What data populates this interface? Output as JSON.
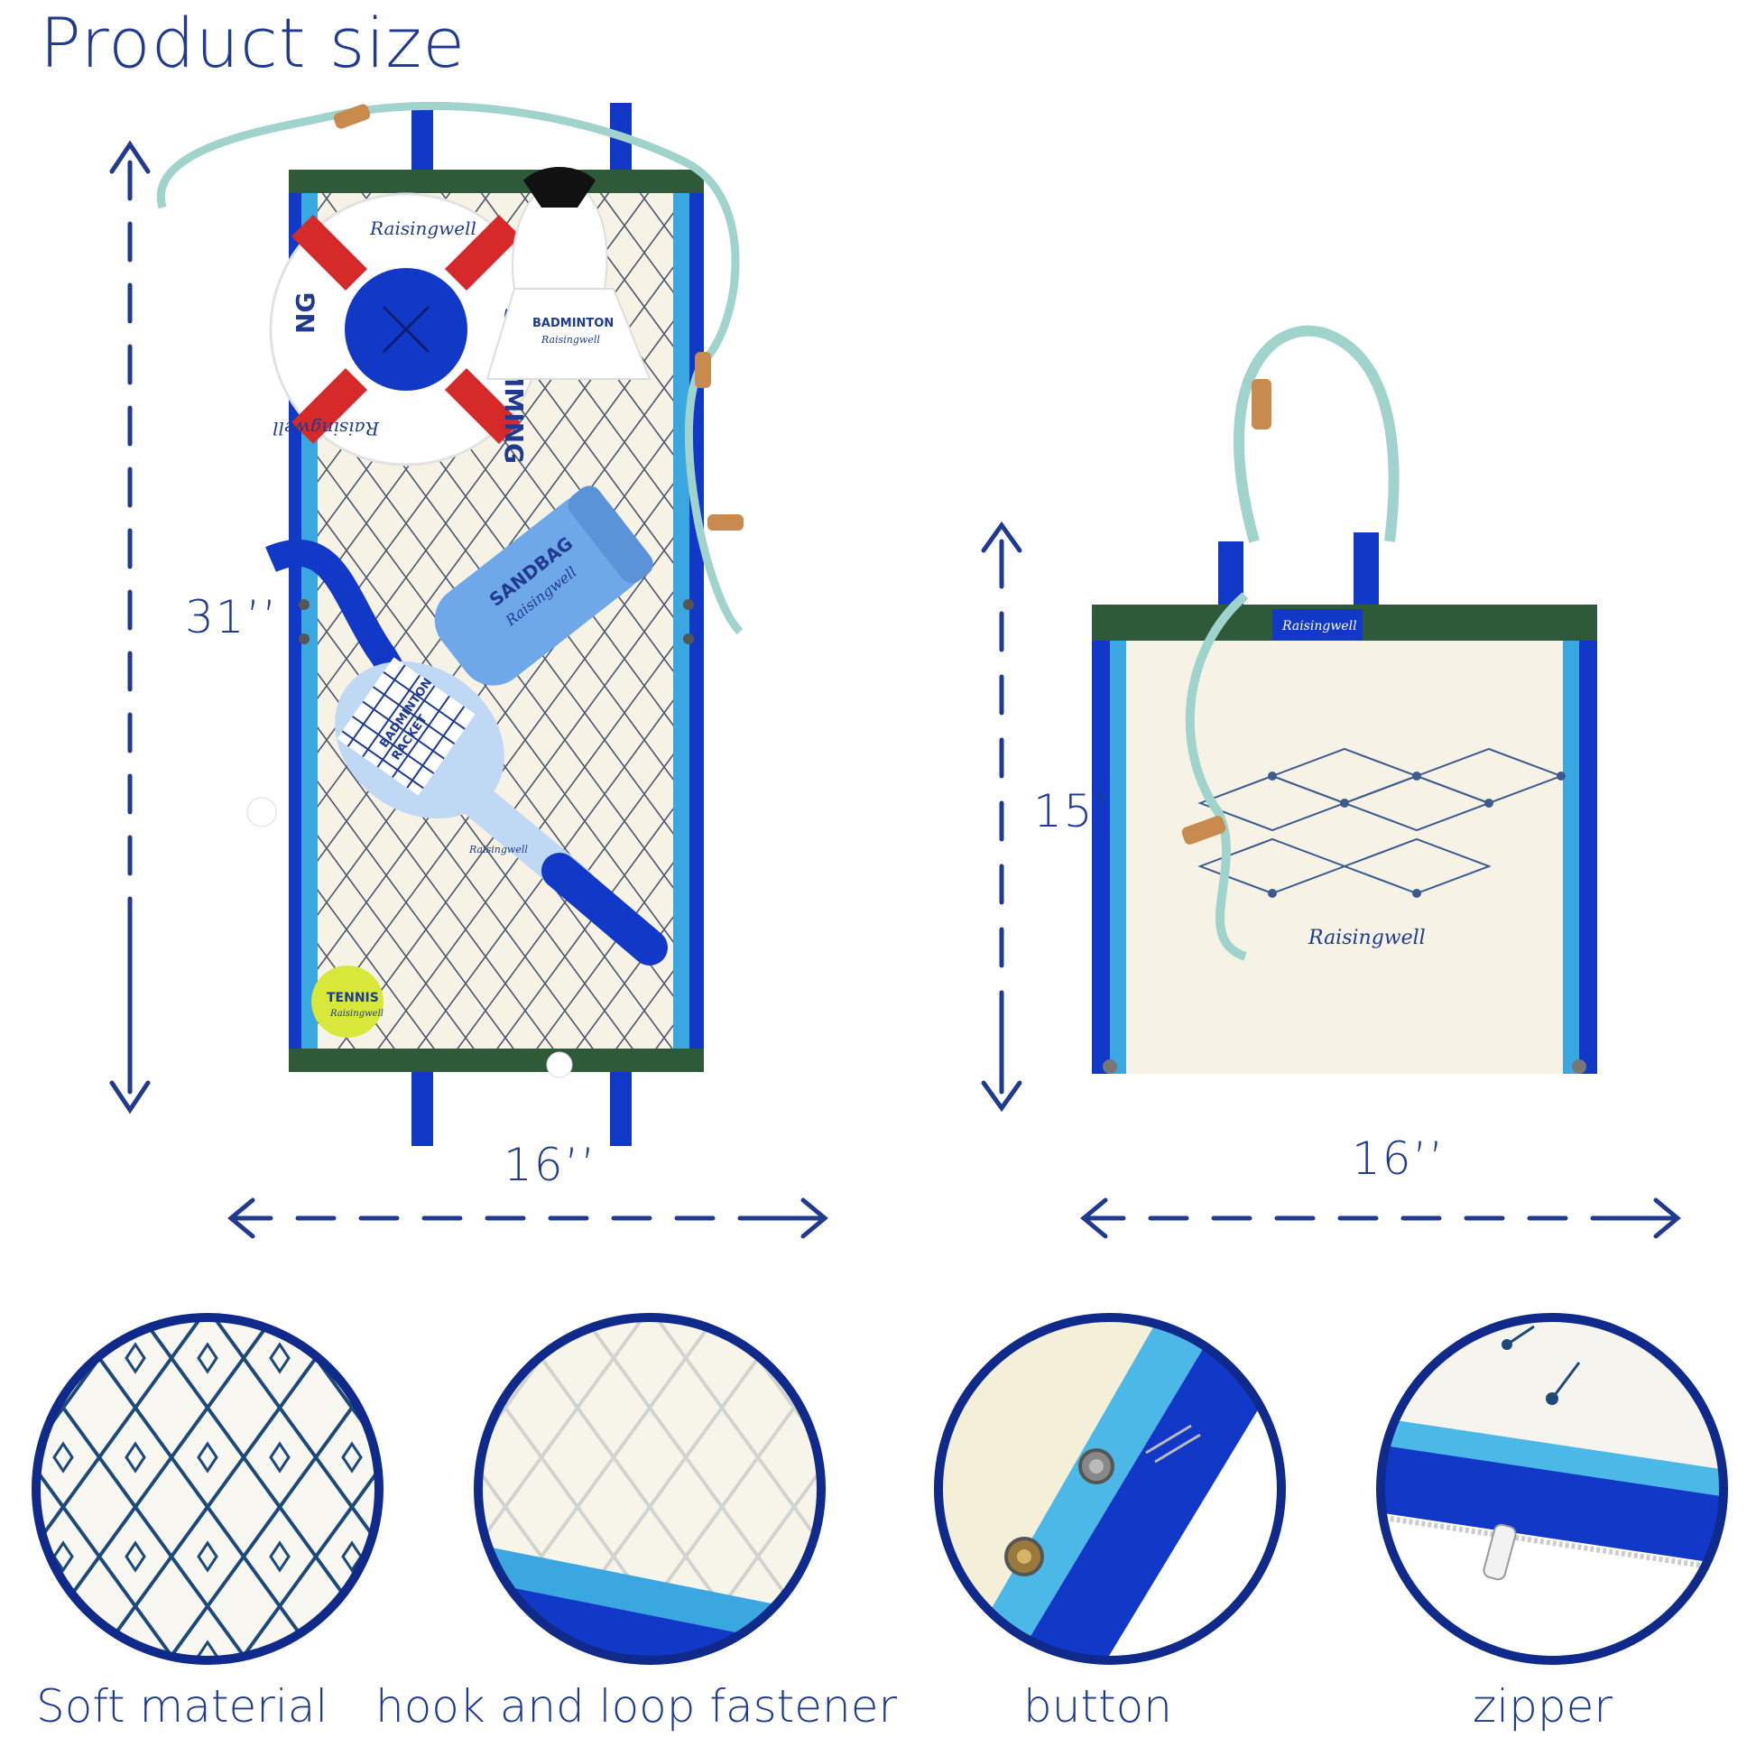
{
  "page": {
    "title": "Product size"
  },
  "colors": {
    "navy": "#1f3a8f",
    "royal_blue": "#1238c8",
    "sky_blue": "#3aa7e0",
    "green": "#2e5a3a",
    "cream": "#f6f3e6",
    "red": "#d62a2a",
    "rope": "#9fd3cc",
    "leather": "#c98a4e",
    "tennis": "#d8e83a"
  },
  "mat": {
    "height_label": "31’’",
    "width_label": "16’’",
    "toys": {
      "ring_brand": "Raisingwell",
      "ring_text": "SWIMMING",
      "ring_text_partial": "NG",
      "ring_brand_bottom": "Raisingwell",
      "shuttle_text": "BADMINTON",
      "shuttle_brand": "Raisingwell",
      "sandbag_text": "SANDBAG",
      "sandbag_brand": "Raisingwell",
      "racket_text_1": "BADMINTON",
      "racket_text_2": "RACKET",
      "racket_brand": "Raisingwell",
      "ball_text": "TENNIS",
      "ball_brand": "Raisingwell",
      "label_tag": "Raisingwell"
    }
  },
  "bag": {
    "height_label": "15’",
    "width_label": "16’’",
    "brand_label": "Raisingwell",
    "brand_print": "Raisingwell"
  },
  "details": [
    {
      "label": "Soft material",
      "icon": "diamond-pattern-icon"
    },
    {
      "label": "hook and loop fastener",
      "icon": "mesh-closeup-icon"
    },
    {
      "label": "button",
      "icon": "snap-button-icon"
    },
    {
      "label": "zipper",
      "icon": "zipper-icon"
    }
  ]
}
